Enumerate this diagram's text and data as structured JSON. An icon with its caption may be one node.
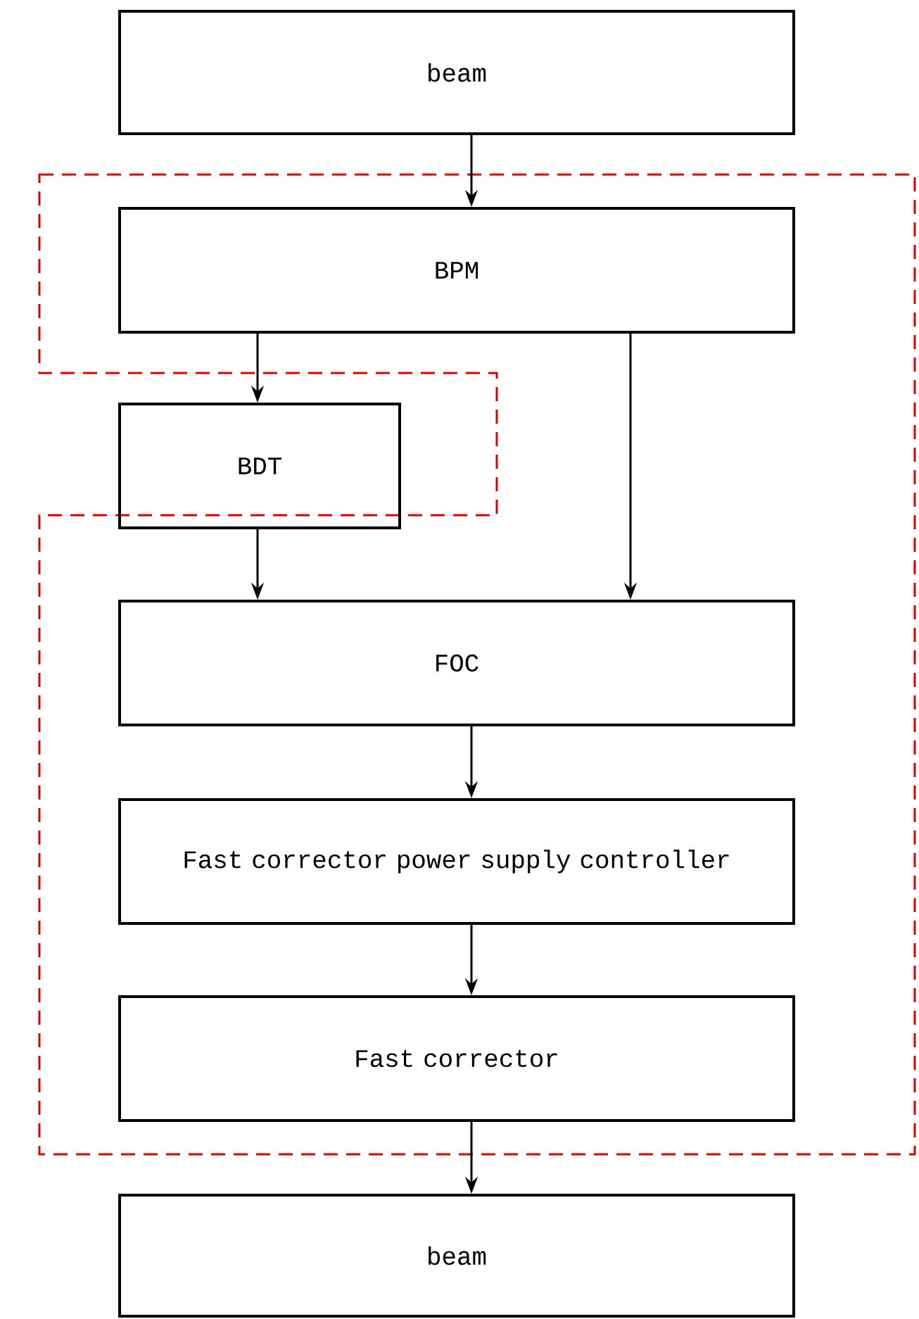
{
  "diagram": {
    "nodes": [
      {
        "text": [
          "beam"
        ]
      },
      {
        "text": [
          "BPM"
        ]
      },
      {
        "text": [
          "BDT"
        ]
      },
      {
        "text": [
          "FOC"
        ]
      },
      {
        "text": [
          "Fast corrector power supply controller"
        ]
      },
      {
        "text": [
          "Fast corrector"
        ]
      },
      {
        "text": [
          "beam"
        ]
      }
    ],
    "edges": [
      {
        "from": 0,
        "to": 1,
        "arrow": "to"
      },
      {
        "from": 1,
        "to": 2,
        "arrow": "to"
      },
      {
        "from": 1,
        "to": 3,
        "arrow": "to"
      },
      {
        "from": 2,
        "to": 3,
        "arrow": "to"
      },
      {
        "from": 3,
        "to": 4,
        "arrow": "to"
      },
      {
        "from": 4,
        "to": 5,
        "arrow": "to"
      },
      {
        "from": 5,
        "to": 6,
        "arrow": "to"
      }
    ]
  }
}
